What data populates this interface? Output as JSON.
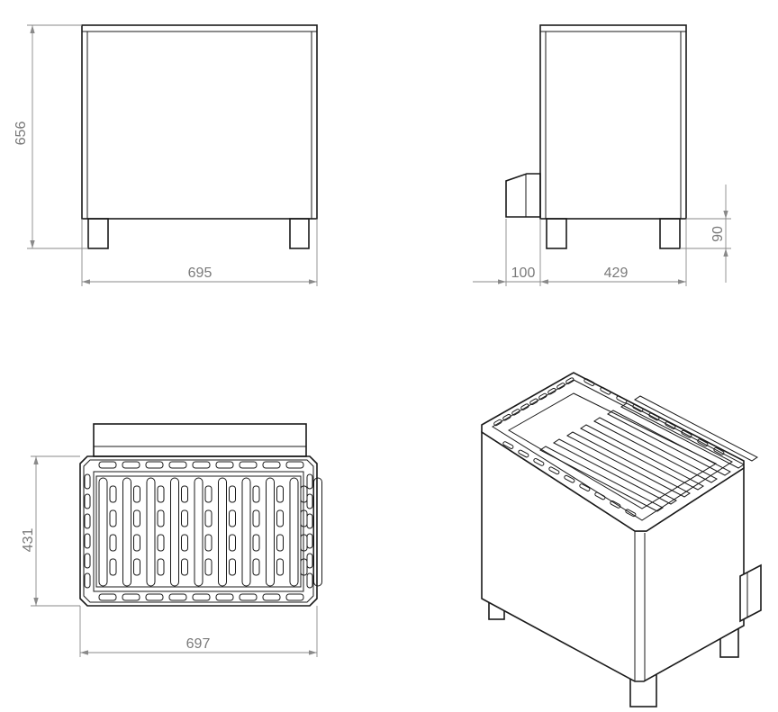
{
  "dimensions": {
    "front_height": "656",
    "front_width": "695",
    "side_handle_depth": "100",
    "side_depth": "429",
    "leg_height": "90",
    "top_depth": "431",
    "top_width": "697"
  },
  "colors": {
    "outline": "#1a1a1a",
    "dimension": "#8a8a8a"
  }
}
